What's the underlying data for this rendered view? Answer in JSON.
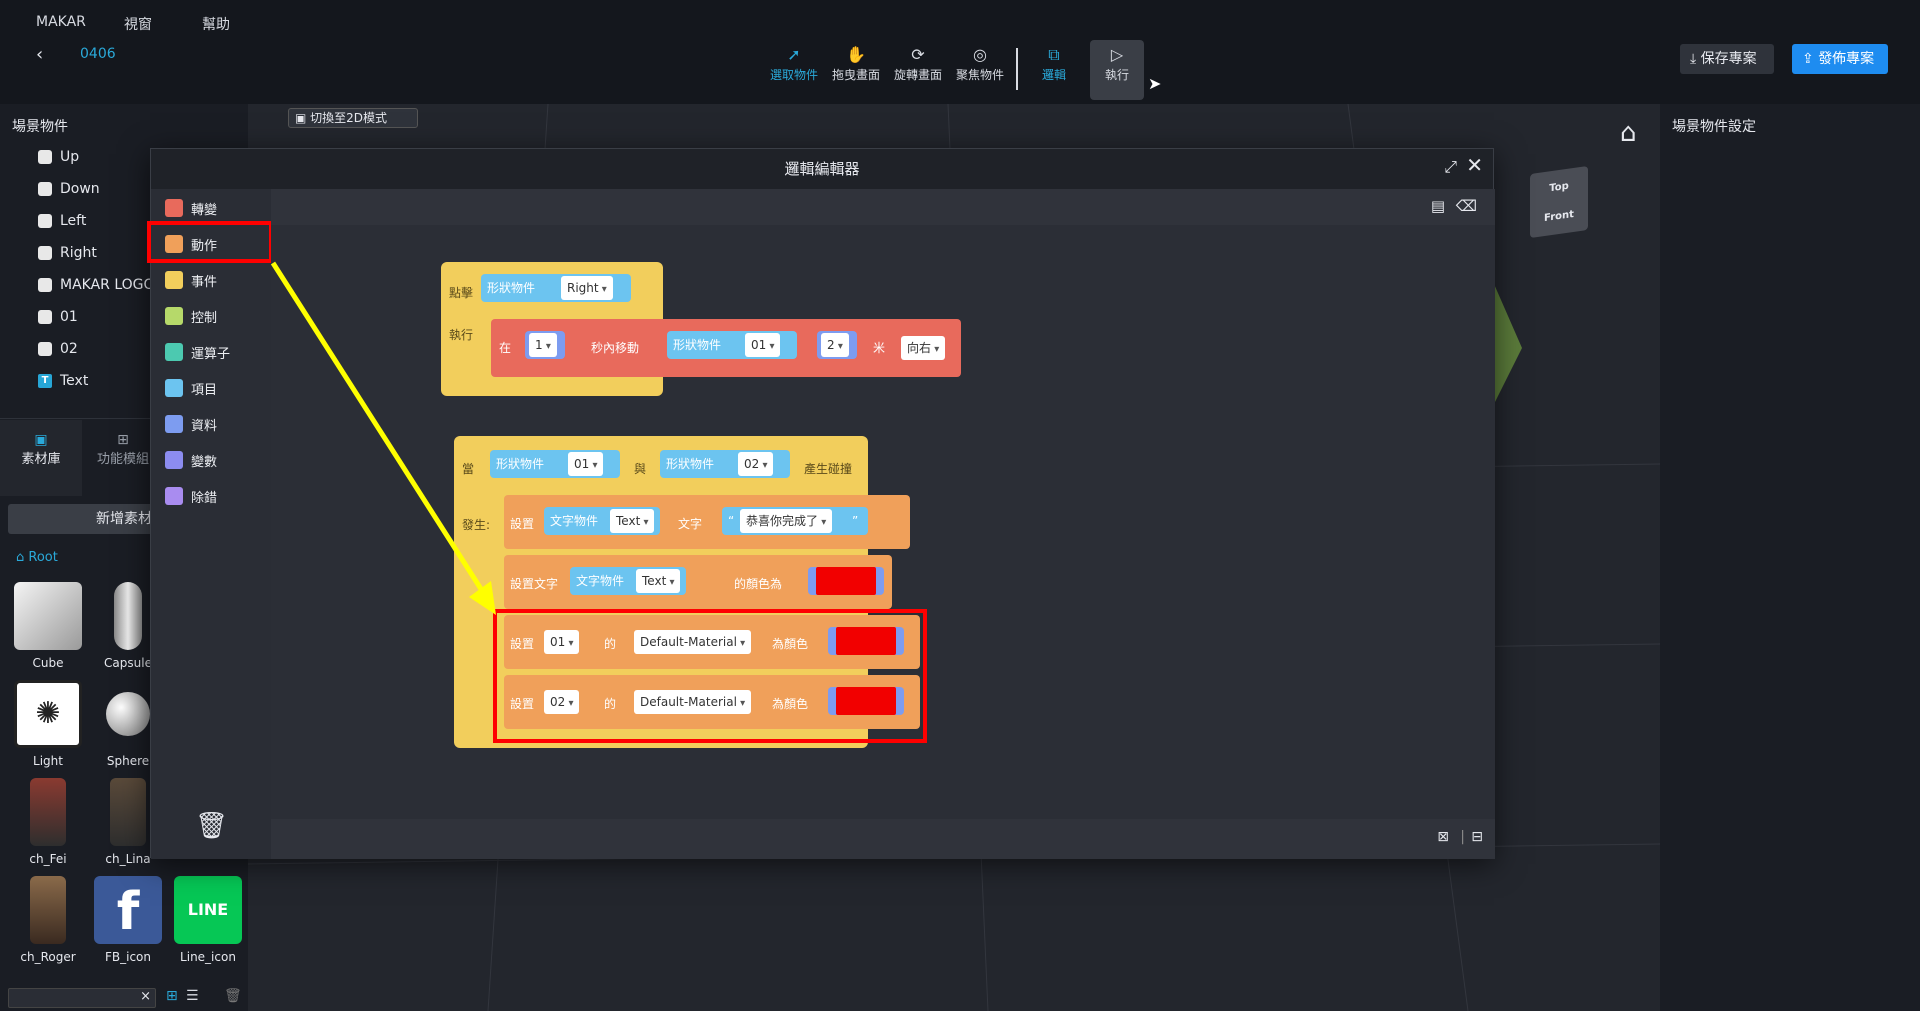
{
  "menu": {
    "app": "MAKAR",
    "view": "視窗",
    "help": "幫助"
  },
  "project": {
    "name": "0406"
  },
  "toolbar": {
    "select": "選取物件",
    "drag": "拖曳畫面",
    "rotate": "旋轉畫面",
    "focus": "聚焦物件",
    "logic": "邏輯",
    "run": "執行"
  },
  "actions": {
    "save": "保存專案",
    "publish": "發佈專案"
  },
  "scene_panel": {
    "title": "場景物件",
    "items": [
      "Up",
      "Down",
      "Left",
      "Right",
      "MAKAR LOGO",
      "01",
      "02",
      "Text"
    ]
  },
  "asset_tabs": {
    "library": "素材庫",
    "modules": "功能模組"
  },
  "asset_panel": {
    "add_button": "新增素材",
    "root": "Root",
    "items": [
      "Cube",
      "Capsule",
      "Light",
      "Sphere",
      "ch_Fei",
      "ch_Lina",
      "ch_Roger",
      "FB_icon",
      "Line_icon"
    ],
    "search_clear": "×"
  },
  "viewport": {
    "mode_toggle": "切換至2D模式",
    "cube_top": "Top",
    "cube_front": "Front"
  },
  "right_panel": {
    "title": "場景物件設定"
  },
  "editor": {
    "title": "邏輯編輯器",
    "categories": [
      {
        "label": "轉變",
        "color": "#e86a5c"
      },
      {
        "label": "動作",
        "color": "#f0a05a"
      },
      {
        "label": "事件",
        "color": "#f2ce5c"
      },
      {
        "label": "控制",
        "color": "#b6d96a"
      },
      {
        "label": "運算子",
        "color": "#4cc9b0"
      },
      {
        "label": "項目",
        "color": "#6cc4f0"
      },
      {
        "label": "資料",
        "color": "#7d9cf0"
      },
      {
        "label": "變數",
        "color": "#8c8cf0"
      },
      {
        "label": "除錯",
        "color": "#a98cf0"
      }
    ],
    "block1": {
      "event": "點擊",
      "shape_label": "形狀物件",
      "shape_value": "Right",
      "exec": "執行",
      "in": "在",
      "seconds": "1",
      "move_label": "秒內移動",
      "shape2_label": "形狀物件",
      "shape2_value": "01",
      "distance": "2",
      "unit": "米",
      "direction": "向右"
    },
    "block2": {
      "when": "當",
      "shape_a_label": "形狀物件",
      "shape_a_value": "01",
      "and": "與",
      "shape_b_label": "形狀物件",
      "shape_b_value": "02",
      "collide": "產生碰撞",
      "happen": "發生:",
      "set_label": "設置",
      "text_obj_label": "文字物件",
      "text_obj_value": "Text",
      "text_word": "文字",
      "quote_open": "“",
      "message": "恭喜你完成了",
      "quote_close": "”",
      "set_text": "設置文字",
      "text_obj2_label": "文字物件",
      "text_obj2_value": "Text",
      "color_of": "的顏色為",
      "set3_label": "設置",
      "obj3_value": "01",
      "of3": "的",
      "material3": "Default-Material",
      "as_color3": "為顏色",
      "set4_label": "設置",
      "obj4_value": "02",
      "of4": "的",
      "material4": "Default-Material",
      "as_color4": "為顏色"
    }
  },
  "colors": {
    "accent": "#2aa9d9",
    "publish": "#1e8cf0",
    "highlight": "#ff0000",
    "arrow": "#ffff00",
    "swatch": "#f20000"
  }
}
